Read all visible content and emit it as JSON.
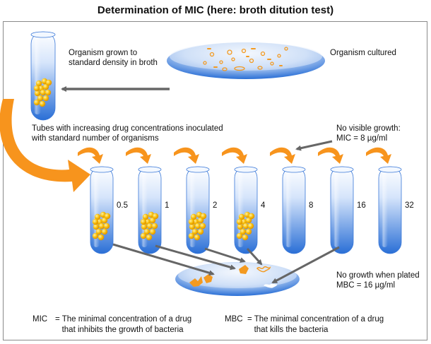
{
  "title": "Determination of MIC (here: broth ditution test)",
  "labels": {
    "grown": "Organism grown to\nstandard density in broth",
    "cultured": "Organism cultured",
    "inoculated": "Tubes with increasing drug concentrations inoculated\nwith standard number of organisms",
    "no_visible": "No visible growth:\nMIC = 8 µg/ml",
    "no_growth_plated": "No growth when plated\nMBC = 16 µg/ml"
  },
  "concentrations": [
    "0.5",
    "1",
    "2",
    "4",
    "8",
    "16",
    "32"
  ],
  "definitions": {
    "mic_term": "MIC",
    "mic_text": "= The minimal concentration of a drug\n   that inhibits the growth of bacteria",
    "mbc_term": "MBC",
    "mbc_text": "= The minimal concentration of a drug\n   that kills the bacteria"
  },
  "colors": {
    "accent_orange": "#f7941d",
    "tube_blue": "#2a6fd6",
    "arrow_gray": "#666666"
  }
}
